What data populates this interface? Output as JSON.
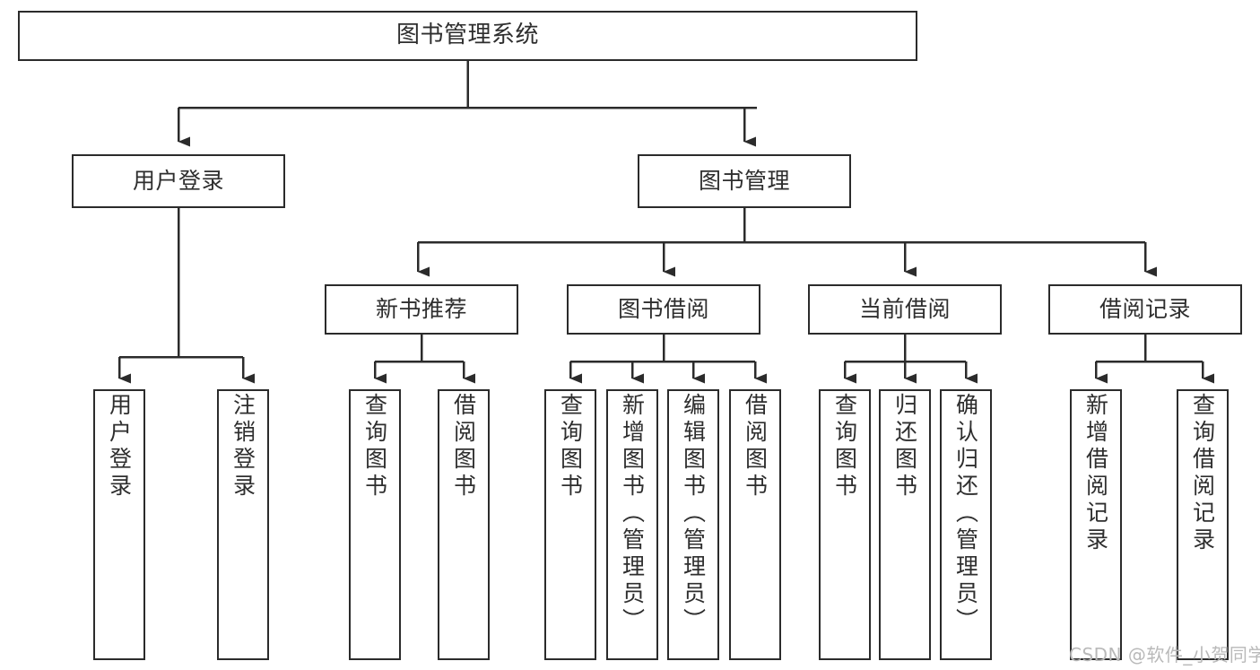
{
  "diagram": {
    "title": "图书管理系统",
    "type": "tree-hierarchy-chart",
    "orientation": "top-down",
    "colors": {
      "box_border": "#2b2b2b",
      "box_fill": "#ffffff",
      "text": "#2e2e2e",
      "connector": "#2b2b2b",
      "watermark": "#b9b9b9",
      "background": "#ffffff"
    }
  },
  "root": {
    "label": "图书管理系统"
  },
  "level2": [
    {
      "id": "user-login",
      "label": "用户登录"
    },
    {
      "id": "book-management",
      "label": "图书管理"
    }
  ],
  "level3": [
    {
      "id": "new-book-recommend",
      "label": "新书推荐"
    },
    {
      "id": "book-borrow",
      "label": "图书借阅"
    },
    {
      "id": "current-borrow",
      "label": "当前借阅"
    },
    {
      "id": "borrow-record",
      "label": "借阅记录"
    }
  ],
  "leaves": {
    "user_login": [
      {
        "id": "leaf-user-login",
        "label": "用户登录"
      },
      {
        "id": "leaf-logout-login",
        "label": "注销登录"
      }
    ],
    "new_book_recommend": [
      {
        "id": "leaf-query-book-1",
        "label": "查询图书"
      },
      {
        "id": "leaf-borrow-book-1",
        "label": "借阅图书"
      }
    ],
    "book_borrow": [
      {
        "id": "leaf-query-book-2",
        "label": "查询图书"
      },
      {
        "id": "leaf-add-book",
        "label": "新增图书（管理员）"
      },
      {
        "id": "leaf-edit-book",
        "label": "编辑图书（管理员）"
      },
      {
        "id": "leaf-borrow-book-2",
        "label": "借阅图书"
      }
    ],
    "current_borrow": [
      {
        "id": "leaf-query-book-3",
        "label": "查询图书"
      },
      {
        "id": "leaf-return-book",
        "label": "归还图书"
      },
      {
        "id": "leaf-confirm-return",
        "label": "确认归还（管理员）"
      }
    ],
    "borrow_record": [
      {
        "id": "leaf-add-record",
        "label": "新增借阅记录"
      },
      {
        "id": "leaf-query-record",
        "label": "查询借阅记录"
      }
    ]
  },
  "watermark": {
    "text": "CSDN @软件_小贺同学"
  }
}
